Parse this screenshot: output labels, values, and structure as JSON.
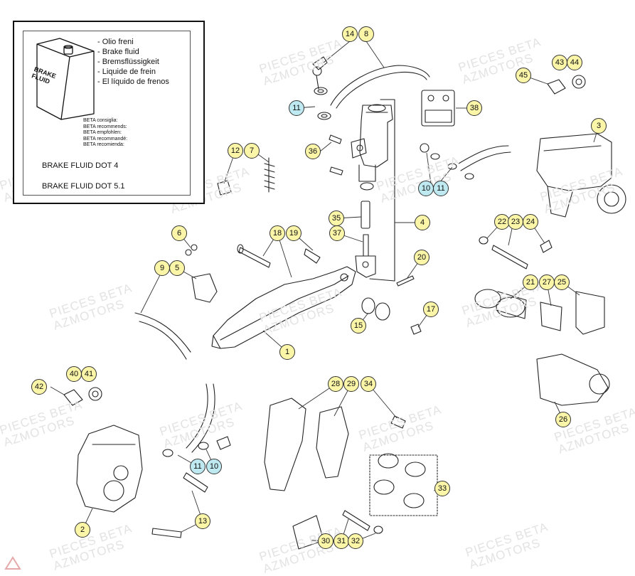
{
  "brake_fluid_box": {
    "can_label": [
      "BRAKE",
      "FLUID"
    ],
    "languages": [
      "- Olio freni",
      "- Brake fluid",
      "- Bremsflüssigkeit",
      "- Liquide de frein",
      "- El líquido de frenos"
    ],
    "recommendations": [
      "BETA consiglia:",
      "BETA recommends:",
      "BETA empfohlen:",
      "BETA recommandé:",
      "BETA recomienda:"
    ],
    "spec_1": "BRAKE FLUID DOT 4",
    "spec_2": "BRAKE FLUID DOT 5.1"
  },
  "watermark": [
    "PIECES BETA",
    "AZMOTORS"
  ],
  "colors": {
    "callout_yellow": "#fbf5a8",
    "callout_blue": "#bfe9f1",
    "line": "#222222"
  },
  "callouts": [
    {
      "label": "14",
      "color": "yellow"
    },
    {
      "label": "8",
      "color": "yellow"
    },
    {
      "label": "11",
      "color": "blue"
    },
    {
      "label": "38",
      "color": "yellow"
    },
    {
      "label": "36",
      "color": "yellow"
    },
    {
      "label": "43",
      "color": "yellow"
    },
    {
      "label": "44",
      "color": "yellow"
    },
    {
      "label": "45",
      "color": "yellow"
    },
    {
      "label": "3",
      "color": "yellow"
    },
    {
      "label": "10",
      "color": "blue"
    },
    {
      "label": "11",
      "color": "blue"
    },
    {
      "label": "12",
      "color": "yellow"
    },
    {
      "label": "7",
      "color": "yellow"
    },
    {
      "label": "35",
      "color": "yellow"
    },
    {
      "label": "4",
      "color": "yellow"
    },
    {
      "label": "37",
      "color": "yellow"
    },
    {
      "label": "22",
      "color": "yellow"
    },
    {
      "label": "23",
      "color": "yellow"
    },
    {
      "label": "24",
      "color": "yellow"
    },
    {
      "label": "6",
      "color": "yellow"
    },
    {
      "label": "18",
      "color": "yellow"
    },
    {
      "label": "19",
      "color": "yellow"
    },
    {
      "label": "20",
      "color": "yellow"
    },
    {
      "label": "9",
      "color": "yellow"
    },
    {
      "label": "5",
      "color": "yellow"
    },
    {
      "label": "21",
      "color": "yellow"
    },
    {
      "label": "27",
      "color": "yellow"
    },
    {
      "label": "25",
      "color": "yellow"
    },
    {
      "label": "17",
      "color": "yellow"
    },
    {
      "label": "15",
      "color": "yellow"
    },
    {
      "label": "1",
      "color": "yellow"
    },
    {
      "label": "40",
      "color": "yellow"
    },
    {
      "label": "41",
      "color": "yellow"
    },
    {
      "label": "42",
      "color": "yellow"
    },
    {
      "label": "26",
      "color": "yellow"
    },
    {
      "label": "28",
      "color": "yellow"
    },
    {
      "label": "29",
      "color": "yellow"
    },
    {
      "label": "34",
      "color": "yellow"
    },
    {
      "label": "11",
      "color": "blue"
    },
    {
      "label": "10",
      "color": "blue"
    },
    {
      "label": "33",
      "color": "yellow"
    },
    {
      "label": "13",
      "color": "yellow"
    },
    {
      "label": "2",
      "color": "yellow"
    },
    {
      "label": "30",
      "color": "yellow"
    },
    {
      "label": "31",
      "color": "yellow"
    },
    {
      "label": "32",
      "color": "yellow"
    }
  ]
}
